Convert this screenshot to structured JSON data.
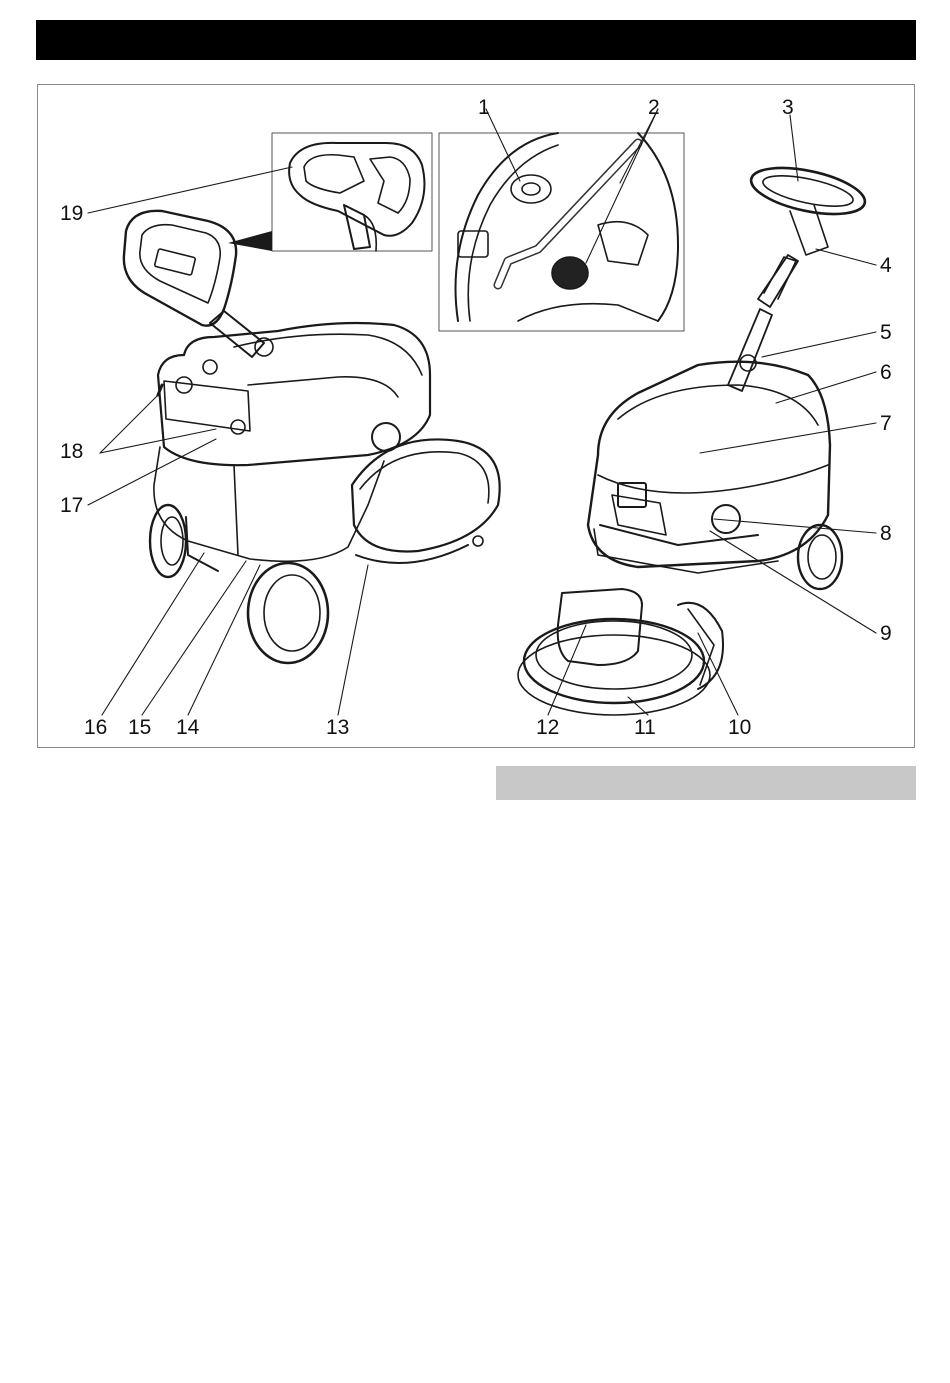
{
  "figure": {
    "callouts": [
      "1",
      "2",
      "3",
      "4",
      "5",
      "6",
      "7",
      "8",
      "9",
      "10",
      "11",
      "12",
      "13",
      "14",
      "15",
      "16",
      "17",
      "18",
      "19"
    ]
  },
  "colors": {
    "header_bar": "#000000",
    "section_bar": "#c8c8c8",
    "line_art": "#1a1a1a"
  }
}
